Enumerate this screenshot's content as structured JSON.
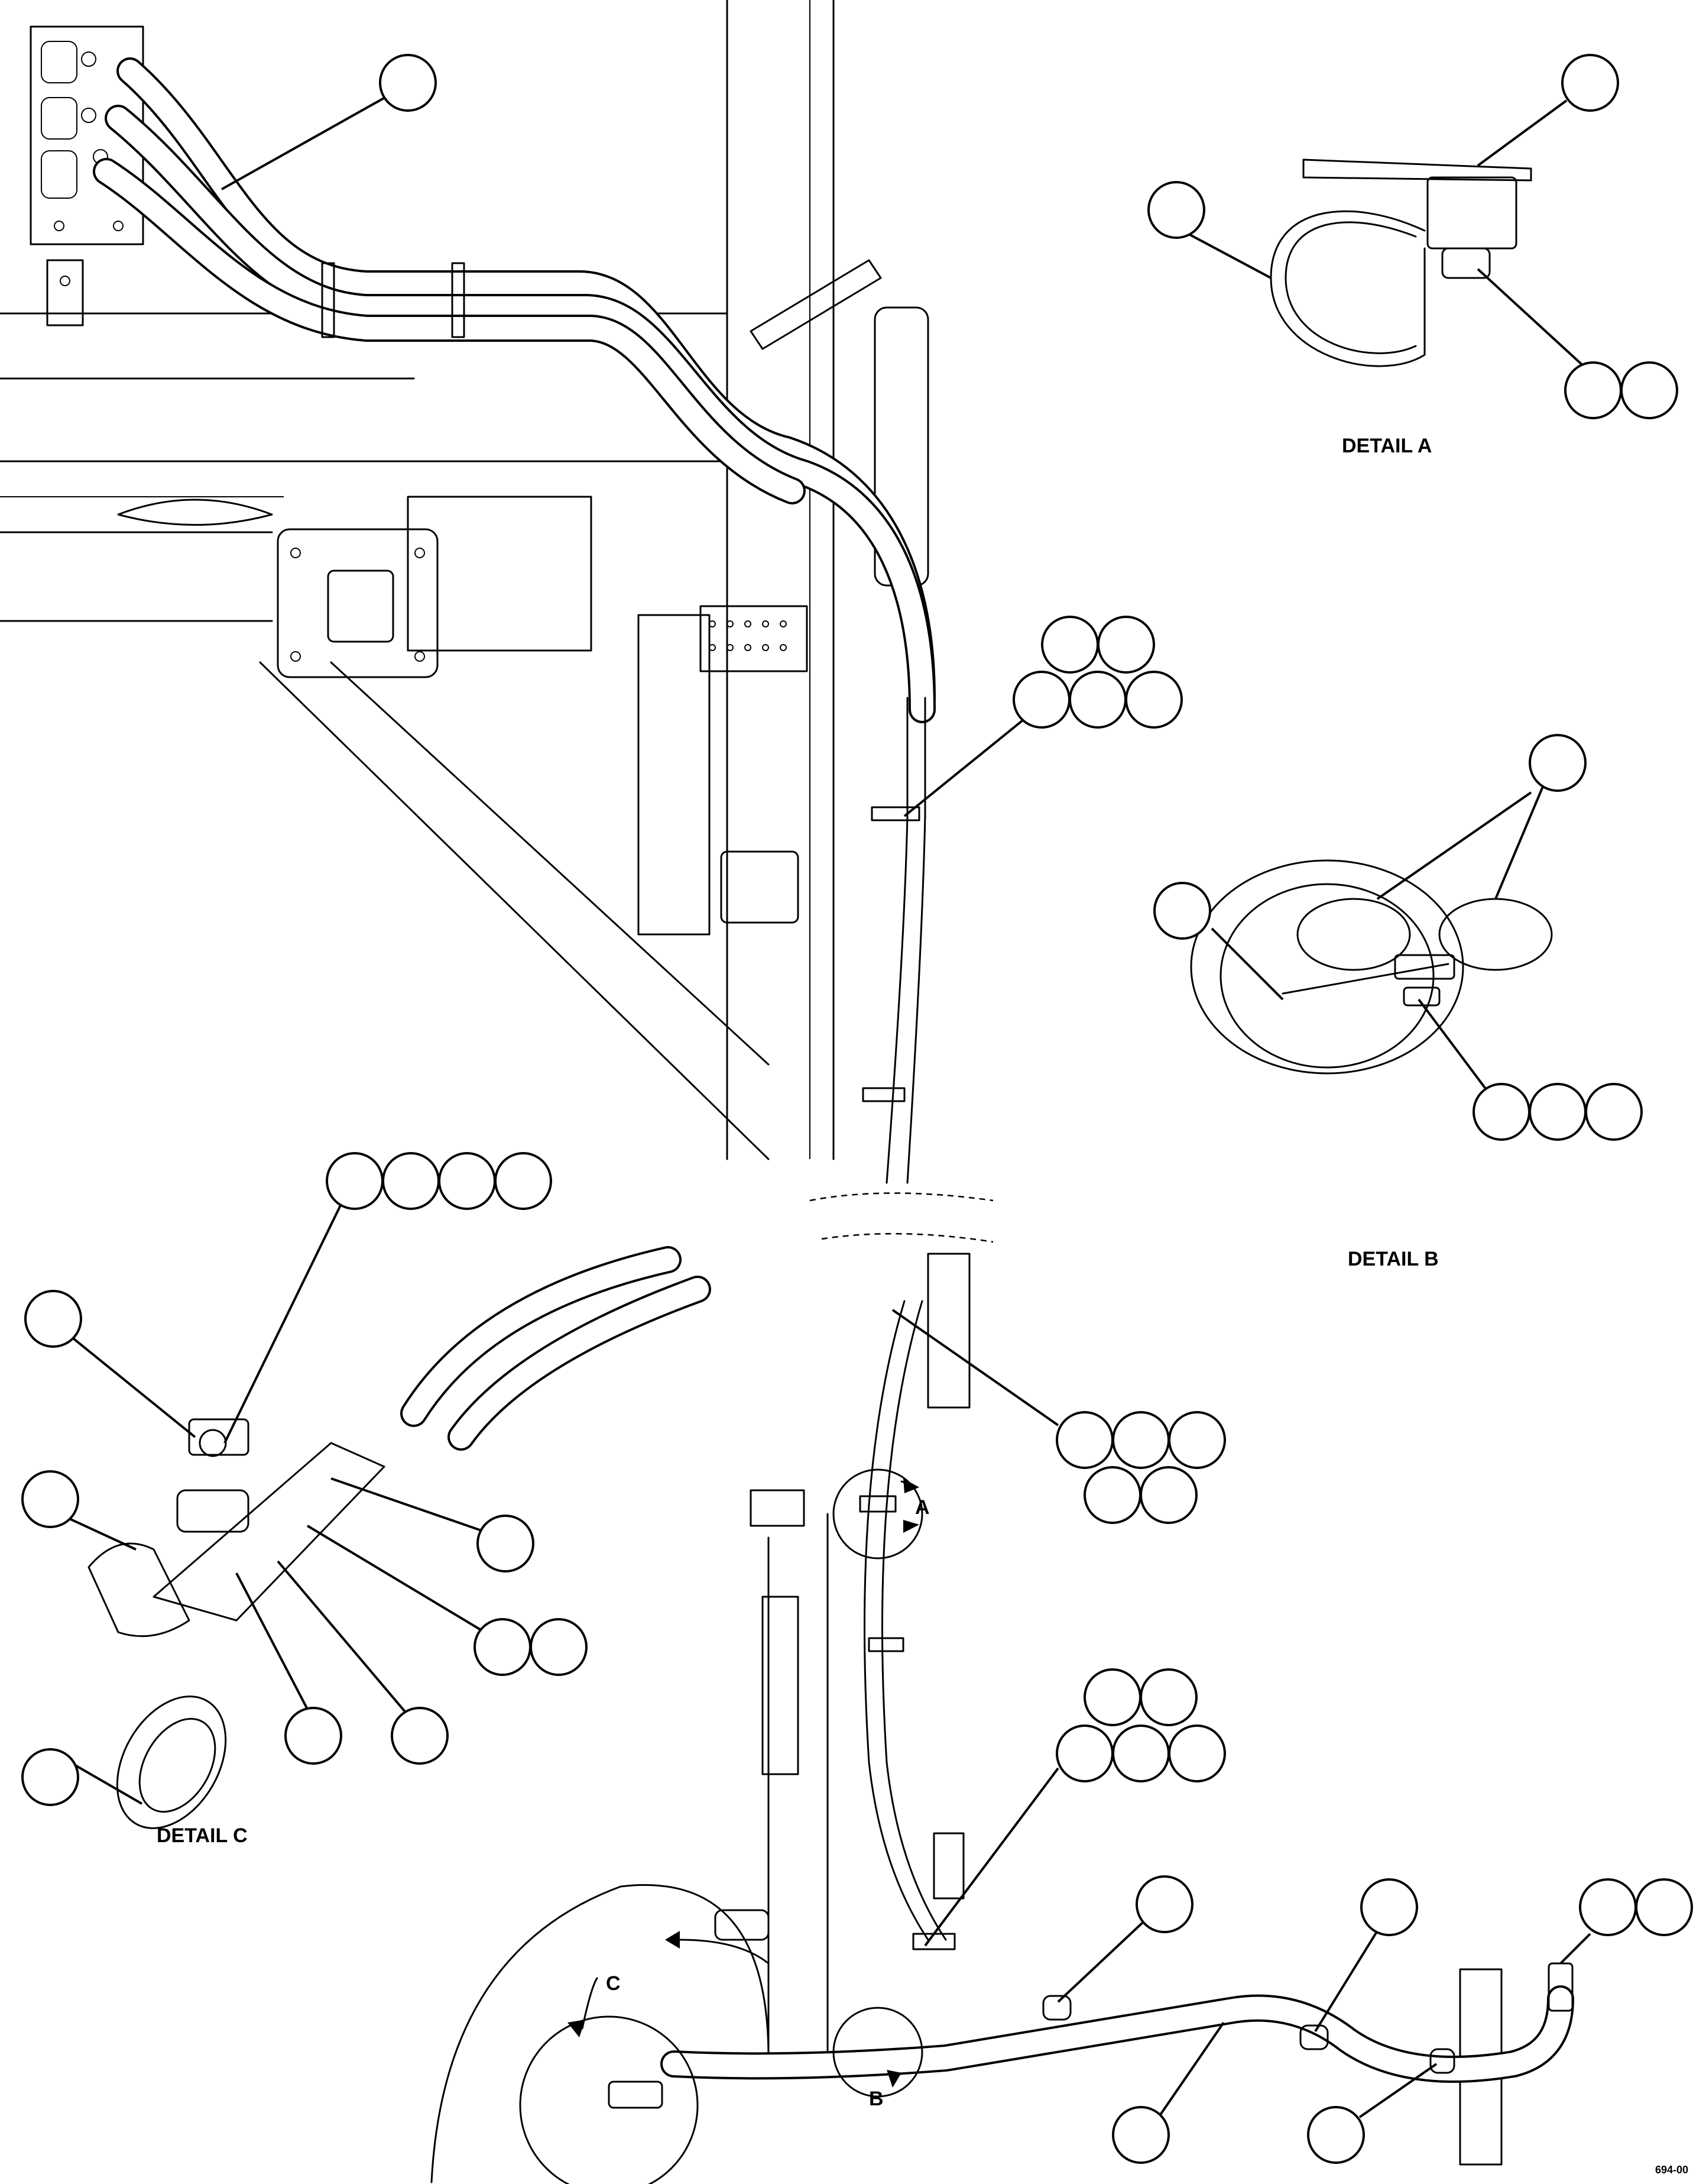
{
  "details": {
    "a": "DETAIL A",
    "b": "DETAIL B",
    "c": "DETAIL C"
  },
  "view_markers": {
    "a": "A",
    "b": "B",
    "c": "C"
  },
  "drawing_id": "694-00"
}
